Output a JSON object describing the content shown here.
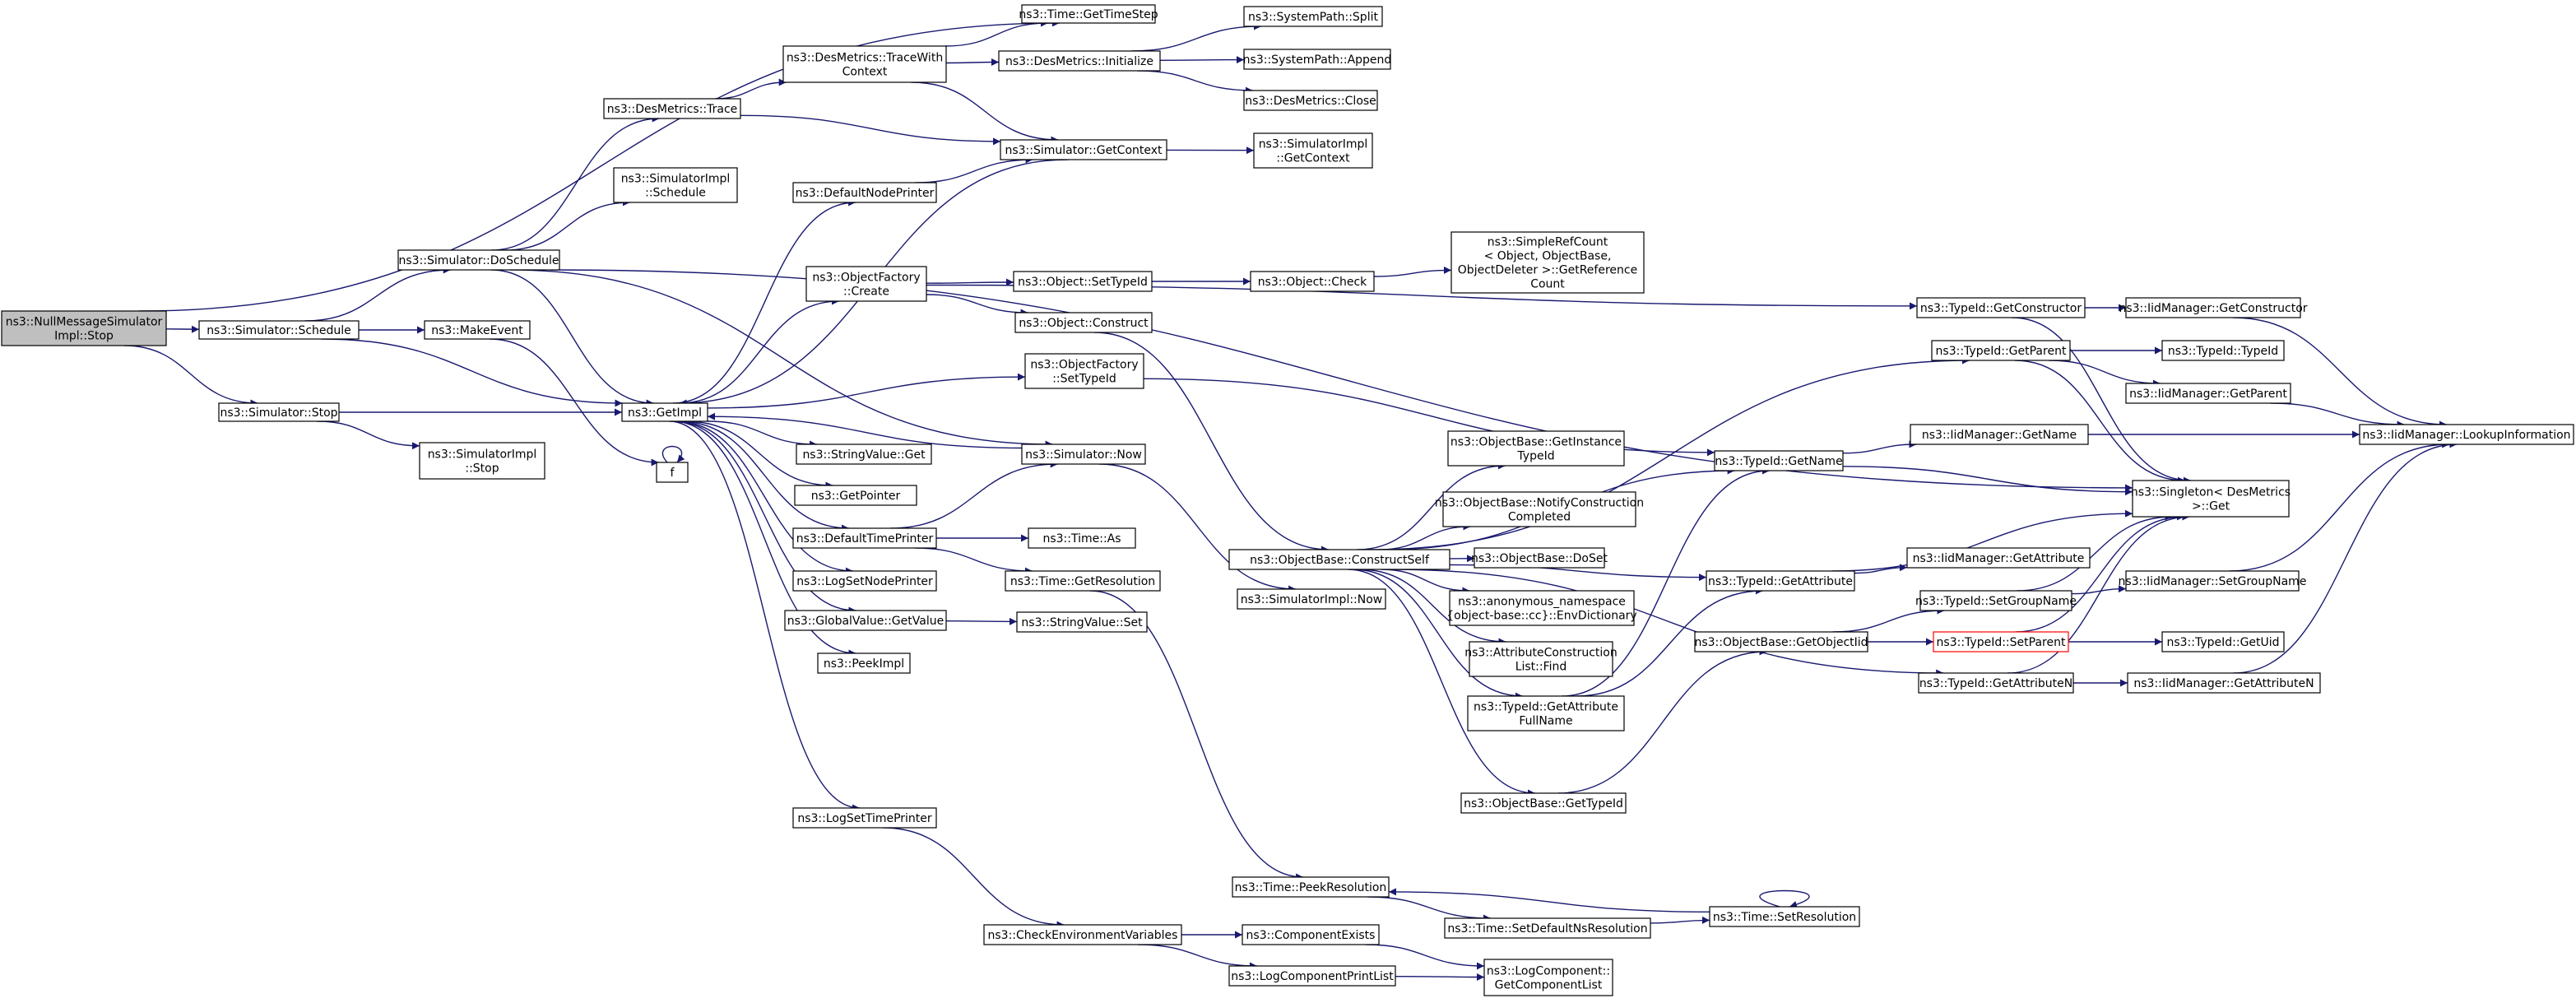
{
  "colors": {
    "node_fill": "#ffffff",
    "node_stroke": "#000000",
    "edge": "#191970",
    "root_fill": "#bfbfbf",
    "highlight_stroke": "#ff0000"
  },
  "nodes": {
    "root": [
      "ns3::NullMessageSimulator",
      "Impl::Stop"
    ],
    "sim_schedule": [
      "ns3::Simulator::Schedule"
    ],
    "sim_stop": [
      "ns3::Simulator::Stop"
    ],
    "sim_doschedule": [
      "ns3::Simulator::DoSchedule"
    ],
    "makeevent": [
      "ns3::MakeEvent"
    ],
    "getimpl": [
      "ns3::GetImpl"
    ],
    "simimpl_stop": [
      "ns3::SimulatorImpl",
      "::Stop"
    ],
    "f": [
      "f"
    ],
    "desmetrics_trace": [
      "ns3::DesMetrics::Trace"
    ],
    "simimpl_schedule": [
      "ns3::SimulatorImpl",
      "::Schedule"
    ],
    "desmetrics_tracewith": [
      "ns3::DesMetrics::TraceWith",
      "Context"
    ],
    "time_gettimestep": [
      "ns3::Time::GetTimeStep"
    ],
    "desmetrics_initialize": [
      "ns3::DesMetrics::Initialize"
    ],
    "systempath_split": [
      "ns3::SystemPath::Split"
    ],
    "systempath_append": [
      "ns3::SystemPath::Append"
    ],
    "desmetrics_close": [
      "ns3::DesMetrics::Close"
    ],
    "sim_getcontext": [
      "ns3::Simulator::GetContext"
    ],
    "simimpl_getcontext": [
      "ns3::SimulatorImpl",
      "::GetContext"
    ],
    "defaultnodeprinter": [
      "ns3::DefaultNodePrinter"
    ],
    "objectfactory_create": [
      "ns3::ObjectFactory",
      "::Create"
    ],
    "object_settypeid": [
      "ns3::Object::SetTypeId"
    ],
    "object_check": [
      "ns3::Object::Check"
    ],
    "simplerefcount": [
      "ns3::SimpleRefCount",
      "< Object, ObjectBase,",
      "ObjectDeleter >::GetReference",
      "Count"
    ],
    "object_construct": [
      "ns3::Object::Construct"
    ],
    "objectfactory_settypeid": [
      "ns3::ObjectFactory",
      "::SetTypeId"
    ],
    "stringvalue_get": [
      "ns3::StringValue::Get"
    ],
    "sim_now": [
      "ns3::Simulator::Now"
    ],
    "getpointer": [
      "ns3::GetPointer"
    ],
    "defaulttimeprinter": [
      "ns3::DefaultTimePrinter"
    ],
    "time_as": [
      "ns3::Time::As"
    ],
    "time_getresolution": [
      "ns3::Time::GetResolution"
    ],
    "logsetnodeprinter": [
      "ns3::LogSetNodePrinter"
    ],
    "globalvalue_getvalue": [
      "ns3::GlobalValue::GetValue"
    ],
    "stringvalue_set": [
      "ns3::StringValue::Set"
    ],
    "peekimpl": [
      "ns3::PeekImpl"
    ],
    "logsettimeprinter": [
      "ns3::LogSetTimePrinter"
    ],
    "checkenv": [
      "ns3::CheckEnvironmentVariables"
    ],
    "componentexists": [
      "ns3::ComponentExists"
    ],
    "logcomponentprintlist": [
      "ns3::LogComponentPrintList"
    ],
    "logcomponent_getlist": [
      "ns3::LogComponent::",
      "GetComponentList"
    ],
    "simimpl_now": [
      "ns3::SimulatorImpl::Now"
    ],
    "objectbase_constructself": [
      "ns3::ObjectBase::ConstructSelf"
    ],
    "objectbase_getinstance": [
      "ns3::ObjectBase::GetInstance",
      "TypeId"
    ],
    "objectbase_notify": [
      "ns3::ObjectBase::NotifyConstruction",
      "Completed"
    ],
    "objectbase_doset": [
      "ns3::ObjectBase::DoSet"
    ],
    "anon_envdict": [
      "ns3::anonymous_namespace",
      "{object-base::cc}::EnvDictionary"
    ],
    "attrconstruction_find": [
      "ns3::AttributeConstruction",
      "List::Find"
    ],
    "typeid_getattributefullname": [
      "ns3::TypeId::GetAttribute",
      "FullName"
    ],
    "objectbase_gettypeid": [
      "ns3::ObjectBase::GetTypeId"
    ],
    "time_peekresolution": [
      "ns3::Time::PeekResolution"
    ],
    "time_setdefaultns": [
      "ns3::Time::SetDefaultNsResolution"
    ],
    "time_setresolution": [
      "ns3::Time::SetResolution"
    ],
    "typeid_getconstructor": [
      "ns3::TypeId::GetConstructor"
    ],
    "typeid_getparent": [
      "ns3::TypeId::GetParent"
    ],
    "typeid_getname": [
      "ns3::TypeId::GetName"
    ],
    "typeid_getattribute": [
      "ns3::TypeId::GetAttribute"
    ],
    "objectbase_getobjectiid": [
      "ns3::ObjectBase::GetObjectIid"
    ],
    "typeid_setgroupname": [
      "ns3::TypeId::SetGroupName"
    ],
    "typeid_setparent": [
      "ns3::TypeId::SetParent"
    ],
    "typeid_getattributen": [
      "ns3::TypeId::GetAttributeN"
    ],
    "iid_getconstructor": [
      "ns3::IidManager::GetConstructor"
    ],
    "typeid_typeid": [
      "ns3::TypeId::TypeId"
    ],
    "iid_getparent": [
      "ns3::IidManager::GetParent"
    ],
    "iid_getname": [
      "ns3::IidManager::GetName"
    ],
    "singleton_get": [
      "ns3::Singleton< DesMetrics",
      ">::Get"
    ],
    "iid_getattribute": [
      "ns3::IidManager::GetAttribute"
    ],
    "iid_setgroupname": [
      "ns3::IidManager::SetGroupName"
    ],
    "typeid_getuid": [
      "ns3::TypeId::GetUid"
    ],
    "iid_getattributen": [
      "ns3::IidManager::GetAttributeN"
    ],
    "iid_lookupinformation": [
      "ns3::IidManager::LookupInformation"
    ]
  }
}
